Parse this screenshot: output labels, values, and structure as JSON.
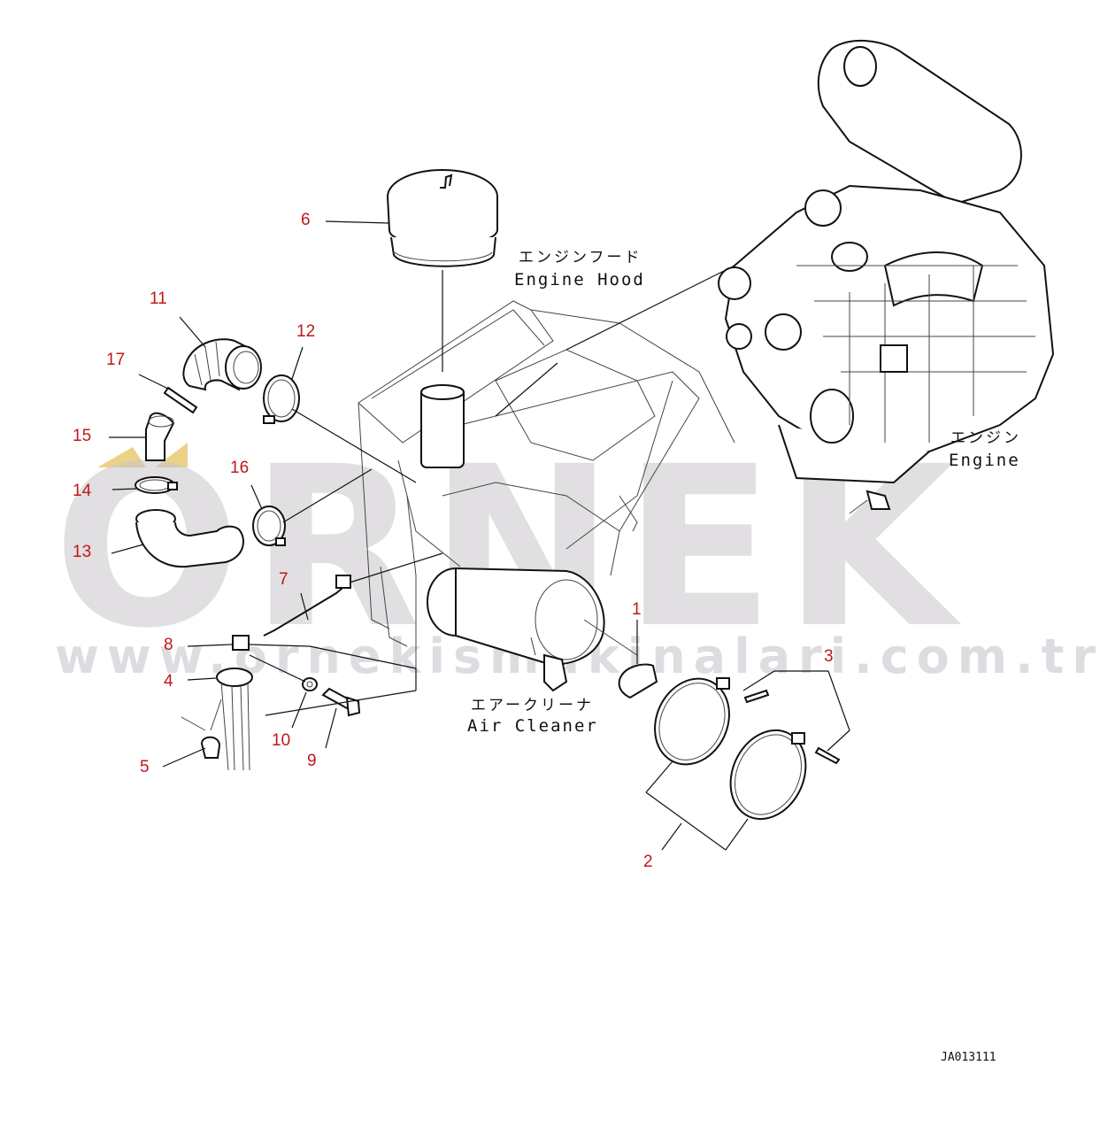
{
  "watermark": {
    "brand": "ORNEK",
    "url": "www.ornekismakinalari.com.tr",
    "accent_color": "#e7c76a",
    "gray_color": "#c9c6cc"
  },
  "captions": {
    "engine_hood_jp": "エンジンフード",
    "engine_hood_en": "Engine Hood",
    "engine_jp": "エンジン",
    "engine_en": "Engine",
    "air_cleaner_jp": "エアークリーナ",
    "air_cleaner_en": "Air Cleaner"
  },
  "part_numbers": {
    "p1": "1",
    "p2": "2",
    "p3": "3",
    "p4": "4",
    "p5": "5",
    "p6": "6",
    "p7": "7",
    "p8": "8",
    "p9": "9",
    "p10": "10",
    "p11": "11",
    "p12": "12",
    "p13": "13",
    "p14": "14",
    "p15": "15",
    "p16": "16",
    "p17": "17"
  },
  "drawing_code": "JA013111",
  "label_color": "#c0171c"
}
